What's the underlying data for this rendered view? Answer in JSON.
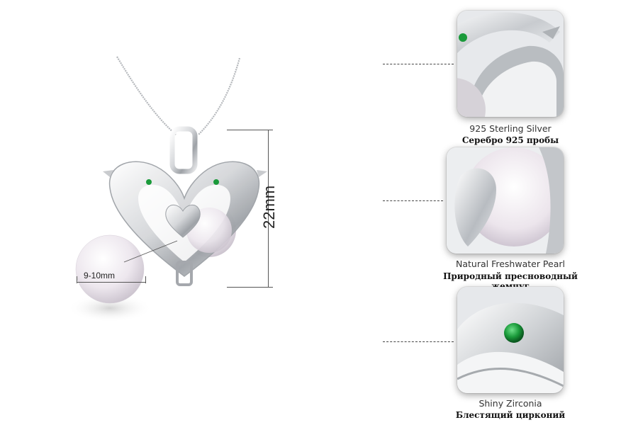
{
  "product": {
    "height_label": "22mm",
    "pearl_size_label": "9-10mm"
  },
  "details": [
    {
      "caption_en": "925 Sterling Silver",
      "caption_ru": "Серебро 925 пробы",
      "icon": "silver-detail"
    },
    {
      "caption_en": "Natural Freshwater Pearl",
      "caption_ru": "Природный пресноводный жемчуг",
      "icon": "pearl-detail"
    },
    {
      "caption_en": "Shiny Zirconia",
      "caption_ru": "Блестящий цирконий",
      "icon": "zirconia-detail"
    }
  ],
  "colors": {
    "silver": "#d8dadd",
    "zirconia": "#1a9a3a",
    "pearl": "#f2eef2"
  }
}
